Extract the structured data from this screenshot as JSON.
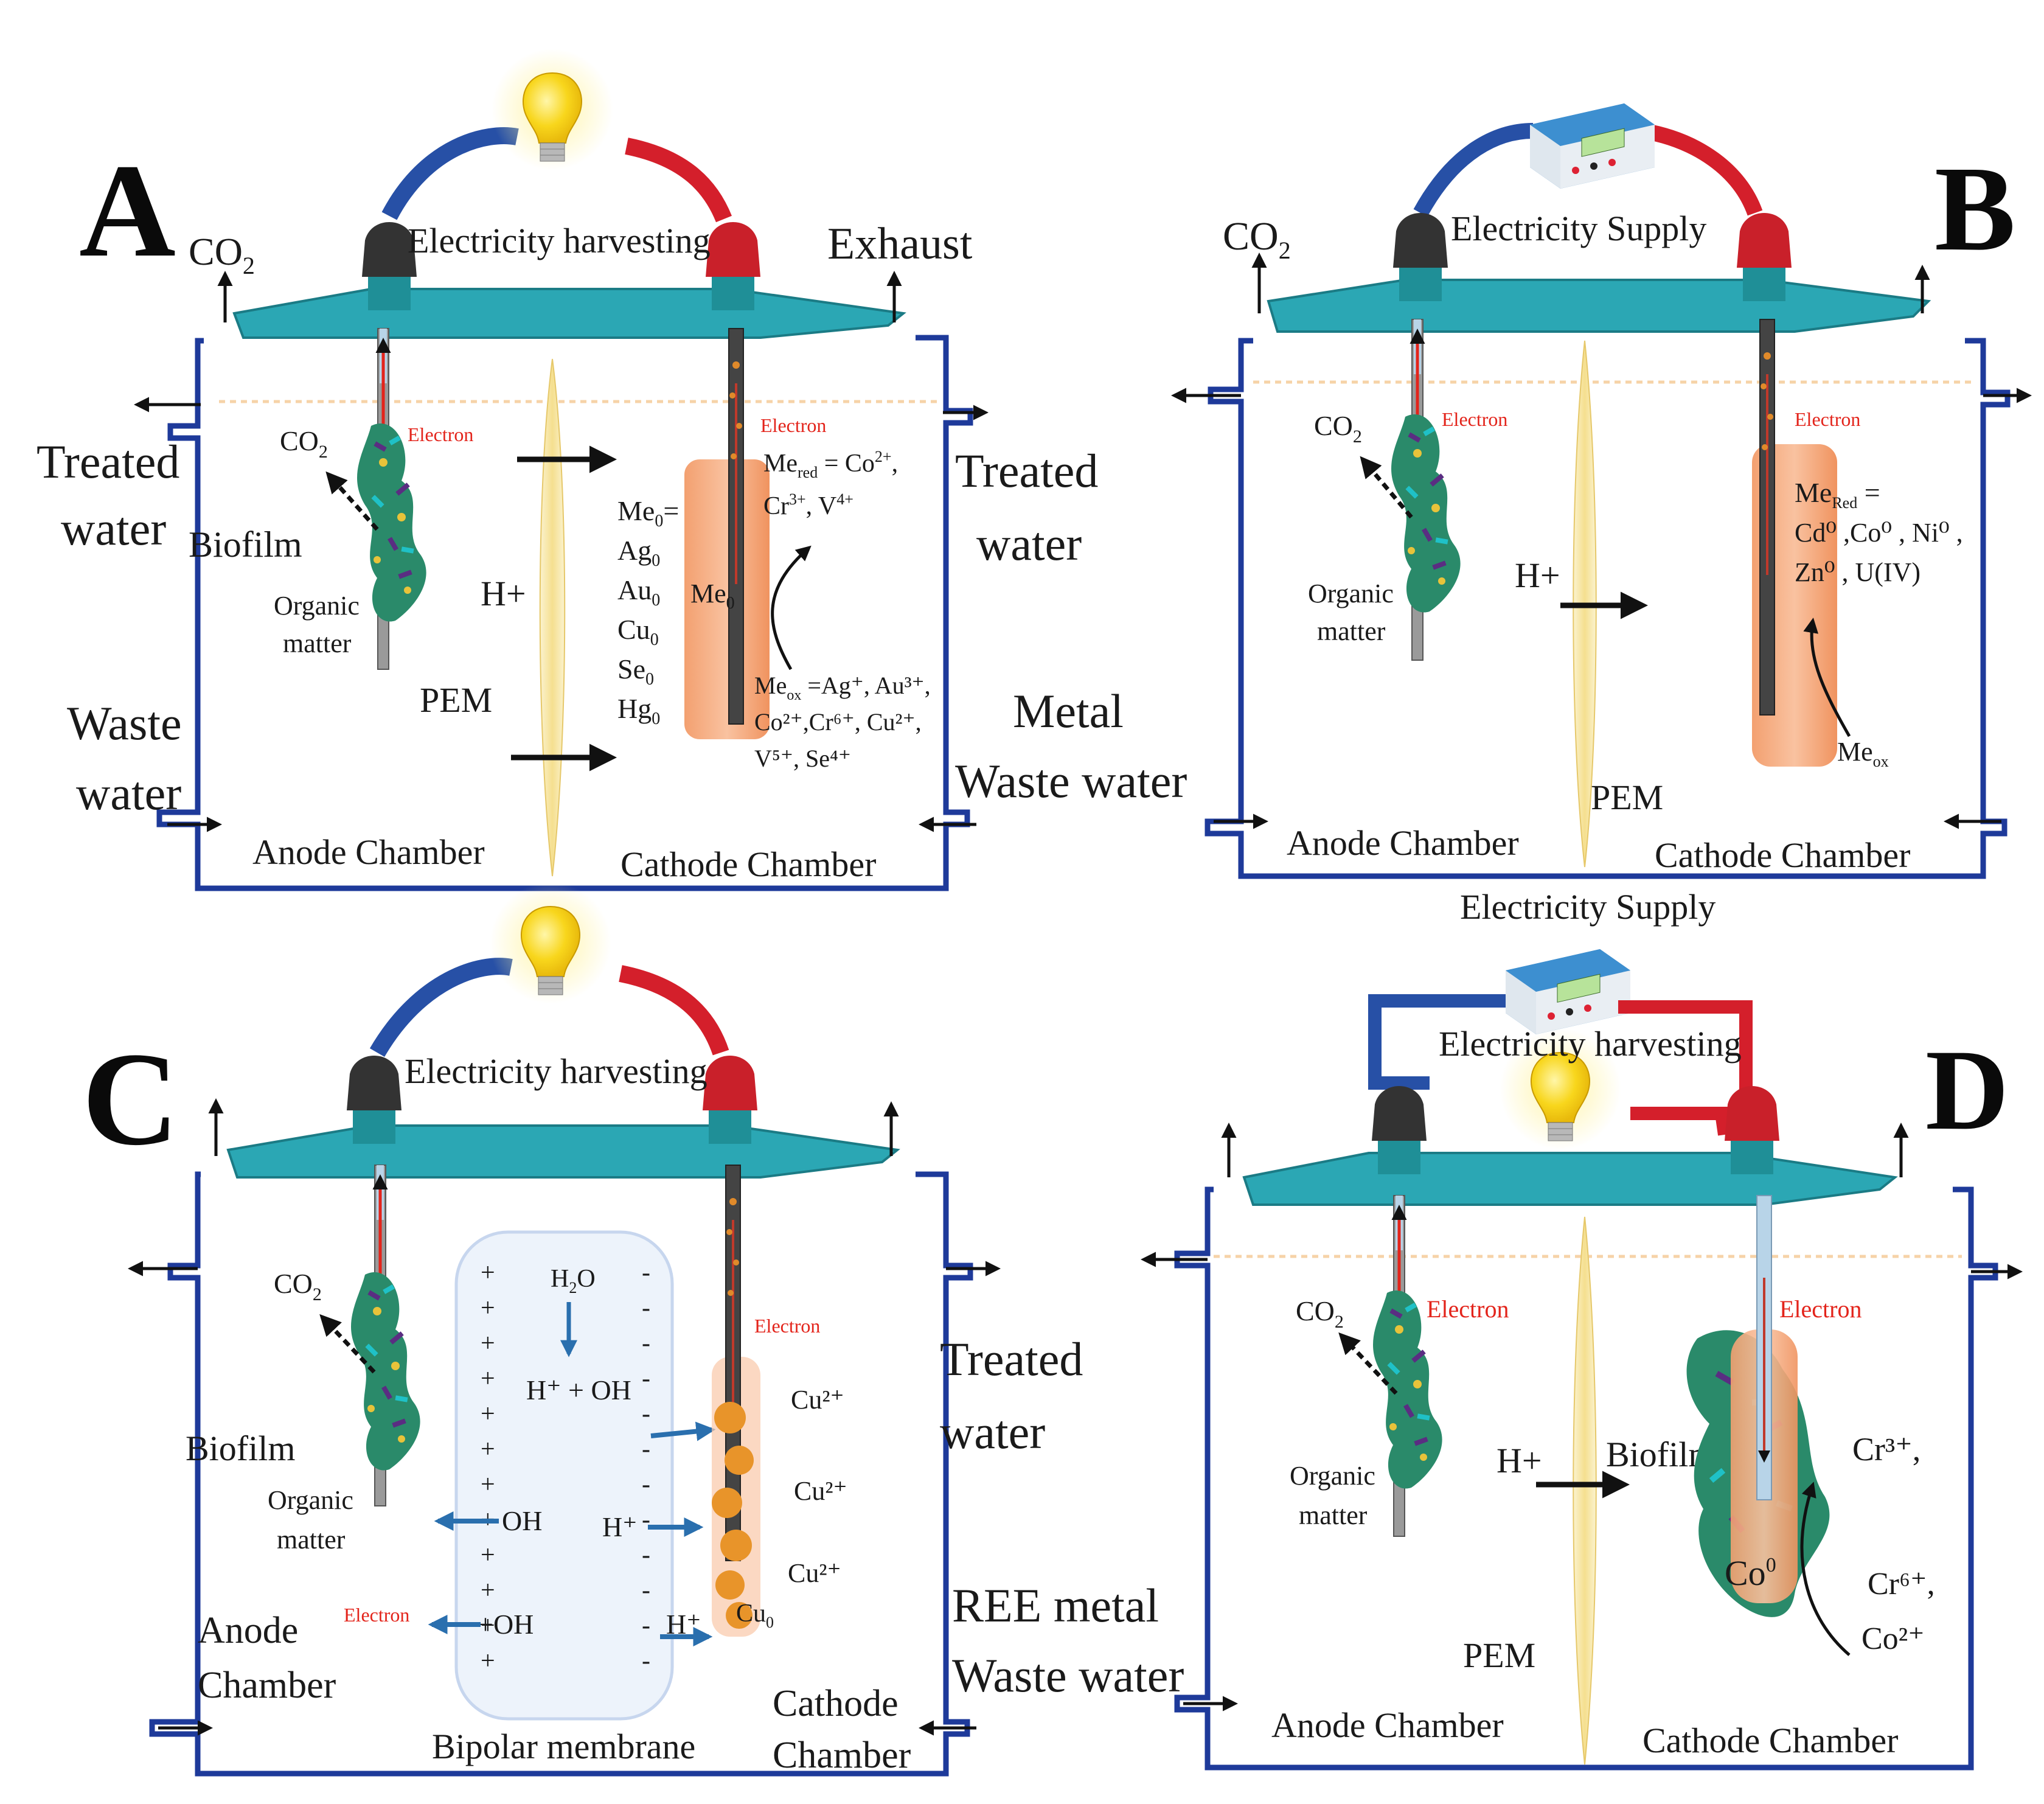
{
  "panel_a": {
    "letter": "A",
    "top_label": "Electricity harvesting",
    "co2_out": "CO",
    "co2_out_sub": "2",
    "exhaust": "Exhaust",
    "treated_left_1": "Treated",
    "treated_left_2": "water",
    "waste_left_1": "Waste",
    "waste_left_2": "water",
    "biofilm": "Biofilm",
    "co2": "CO",
    "co2_sub": "2",
    "electron_anode": "Electron",
    "organic_1": "Organic",
    "organic_2": "matter",
    "h_plus": "H+",
    "pem": "PEM",
    "me0_list": [
      "Me",
      "Ag",
      "Au",
      "Cu",
      "Se",
      "Hg"
    ],
    "me0_eq": "=",
    "me0_sub": "0",
    "me0_in_cylinder": "Me",
    "electron_cathode": "Electron",
    "me_red_1": "Me",
    "me_red_sub": "red",
    "me_red_rest": " = Co",
    "me_red_sup": "2+",
    "me_red_comma": ",",
    "me_red_2": "Cr",
    "me_red_2_sup": "3+",
    "me_red_2_rest": ", V",
    "me_red_2_sup2": "4+",
    "me_ox_1": "Me",
    "me_ox_sub": "ox",
    "me_ox_line1": " =Ag⁺, Au³⁺,",
    "me_ox_line2": "Co²⁺,Cr⁶⁺, Cu²⁺,",
    "me_ox_line3": "V⁵⁺, Se⁴⁺",
    "treated_right_1": "Treated",
    "treated_right_2": "water",
    "metal_1": "Metal",
    "metal_2": "Waste water",
    "anode_chamber": "Anode Chamber",
    "cathode_chamber": "Cathode Chamber"
  },
  "panel_b": {
    "letter": "B",
    "top_label": "Electricity Supply",
    "co2_out": "CO",
    "co2_out_sub": "2",
    "co2": "CO",
    "co2_sub": "2",
    "electron_anode": "Electron",
    "organic_1": "Organic",
    "organic_2": "matter",
    "h_plus": "H+",
    "pem": "PEM",
    "electron_cathode": "Electron",
    "me_red_1": "Me",
    "me_red_sub": "Red",
    "me_red_eq": " =",
    "me_red_line2": "Cd⁰ ,Co⁰ , Ni⁰ ,",
    "me_red_line3": "Zn⁰ , U(IV)",
    "me_ox": "Me",
    "me_ox_sub": "ox",
    "anode_chamber": "Anode Chamber",
    "cathode_chamber": "Cathode Chamber"
  },
  "panel_c": {
    "letter": "C",
    "top_label": "Electricity harvesting",
    "co2": "CO",
    "co2_sub": "2",
    "biofilm": "Biofilm",
    "organic_1": "Organic",
    "organic_2": "matter",
    "electron_anode": "Electron",
    "h2o": "H",
    "h2o_sub": "2",
    "h2o_rest": "O",
    "h_oh": "H⁺ + OH",
    "oh_1": "OH",
    "oh_2": "+OH",
    "h_1": "H⁺",
    "h_2": "H⁺",
    "electron_cathode": "Electron",
    "cu_1": "Cu²⁺",
    "cu_2": "Cu²⁺",
    "cu_3": "Cu²⁺",
    "cu0": "Cu",
    "cu0_sub": "0",
    "treated_1": "Treated",
    "treated_2": "water",
    "ree_1": "REE metal",
    "ree_2": "Waste water",
    "anode_1": "Anode",
    "anode_2": "Chamber",
    "cathode_1": "Cathode",
    "cathode_2": "Chamber",
    "bipolar": "Bipolar membrane",
    "plus": "+",
    "minus": "-"
  },
  "panel_d": {
    "letter": "D",
    "supply_label": "Electricity Supply",
    "harvest_label": "Electricity harvesting",
    "co2": "CO",
    "co2_sub": "2",
    "electron_anode": "Electron",
    "organic_1": "Organic",
    "organic_2": "matter",
    "h_plus": "H+",
    "biofilm": "Biofilm",
    "pem": "PEM",
    "electron_cathode": "Electron",
    "cr3": "Cr³⁺,",
    "co0": "Co",
    "co0_sup": "0",
    "cr6": "Cr⁶⁺,",
    "co2plus": "Co²⁺",
    "anode_chamber": "Anode Chamber",
    "cathode_chamber": "Cathode Chamber"
  },
  "colors": {
    "vessel": "#1e3a9a",
    "lid": "#2ba7b4",
    "wire_blue": "#2750a6",
    "wire_red": "#d41f2b",
    "cylinder": "#f6ae84",
    "membrane": "#f7e6a3",
    "bipolar": "#edf3fb",
    "bulb": "#f7d21b",
    "electron_text": "#e3241b"
  },
  "icons": [
    "light-bulb-icon",
    "power-supply-icon",
    "arrow-icon",
    "biofilm-icon",
    "electrode-icon"
  ]
}
